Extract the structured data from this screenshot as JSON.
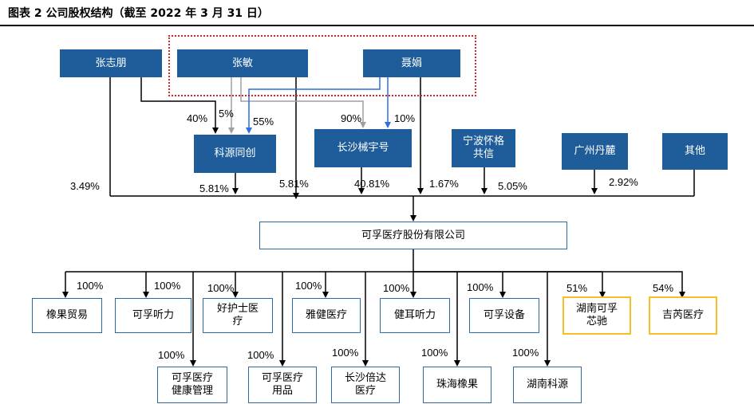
{
  "title": "图表 2 公司股权结构（截至 2022 年 3 月 31 日）",
  "shareholders": {
    "zhang_zhipeng": "张志朋",
    "zhang_min": "张敏",
    "nie_juan": "聂娟",
    "keyuan_tongchuang": "科源同创",
    "changsha_xiyuhao": "长沙械宇号",
    "ningbo_huaige": "宁波怀格\n共信",
    "guangzhou_danlu": "广州丹麓",
    "others": "其他"
  },
  "company": "可孚医疗股份有限公司",
  "subsidiaries": {
    "xiangguo_maoyi": "橡果贸易",
    "kefu_tingli": "可孚听力",
    "haohushi": "好护士医\n疗",
    "yajian": "雅健医疗",
    "jianer_tingli": "健耳听力",
    "kefu_shebei": "可孚设备",
    "hunan_kefu_xinchi": "湖南可孚\n芯驰",
    "jiyun": "吉芮医疗",
    "kefu_health": "可孚医疗\n健康管理",
    "kefu_yongpin": "可孚医疗\n用品",
    "changsha_beida": "长沙倍达\n医疗",
    "zhuhai_xiangguo": "珠海橡果",
    "hunan_keyuan": "湖南科源"
  },
  "pct": {
    "zhipeng_to_keyuan": "40%",
    "zhangmin_to_keyuan": "5%",
    "niejuan_to_keyuan": "55%",
    "zhangmin_to_changsha": "90%",
    "niejuan_to_changsha": "10%",
    "zhipeng_direct": "3.49%",
    "keyuan_direct": "5.81%",
    "zhangmin_direct": "5.81%",
    "changsha_direct": "40.81%",
    "niejuan_direct": "1.67%",
    "ningbo_direct": "5.05%",
    "guangzhou_direct": "2.92%",
    "sub_xiangguo": "100%",
    "sub_kefu_tingli": "100%",
    "sub_haohushi": "100%",
    "sub_yajian": "100%",
    "sub_jianer": "100%",
    "sub_shebei": "100%",
    "sub_xinchi": "51%",
    "sub_jiyun": "54%",
    "sub_health": "100%",
    "sub_yongpin": "100%",
    "sub_beida": "100%",
    "sub_zhuhai": "100%",
    "sub_keyuan": "100%"
  },
  "colors": {
    "blue_box": "#1E5C9A",
    "white_box_border": "#2C6BA8",
    "yellow_border": "#F6C022",
    "dashed_red": "#E02020",
    "gray_arrow": "#A0A0A0",
    "blue_arrow": "#2F6FE0"
  }
}
